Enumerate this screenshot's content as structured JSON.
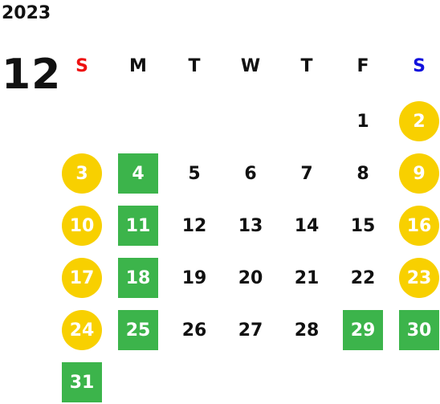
{
  "year": "2023",
  "month": "12",
  "weekdays": [
    "S",
    "M",
    "T",
    "W",
    "T",
    "F",
    "S"
  ],
  "colors": {
    "holiday_circle": "#f8d000",
    "closed_square": "#3cb44b",
    "sunday_header": "#ee1111",
    "saturday_header": "#1111dd"
  },
  "days": [
    {
      "label": "1",
      "style": "plain"
    },
    {
      "label": "2",
      "style": "circle"
    },
    {
      "label": "3",
      "style": "circle"
    },
    {
      "label": "4",
      "style": "square"
    },
    {
      "label": "5",
      "style": "plain"
    },
    {
      "label": "6",
      "style": "plain"
    },
    {
      "label": "7",
      "style": "plain"
    },
    {
      "label": "8",
      "style": "plain"
    },
    {
      "label": "9",
      "style": "circle"
    },
    {
      "label": "10",
      "style": "circle"
    },
    {
      "label": "11",
      "style": "square"
    },
    {
      "label": "12",
      "style": "plain"
    },
    {
      "label": "13",
      "style": "plain"
    },
    {
      "label": "14",
      "style": "plain"
    },
    {
      "label": "15",
      "style": "plain"
    },
    {
      "label": "16",
      "style": "circle"
    },
    {
      "label": "17",
      "style": "circle"
    },
    {
      "label": "18",
      "style": "square"
    },
    {
      "label": "19",
      "style": "plain"
    },
    {
      "label": "20",
      "style": "plain"
    },
    {
      "label": "21",
      "style": "plain"
    },
    {
      "label": "22",
      "style": "plain"
    },
    {
      "label": "23",
      "style": "circle"
    },
    {
      "label": "24",
      "style": "circle"
    },
    {
      "label": "25",
      "style": "square"
    },
    {
      "label": "26",
      "style": "plain"
    },
    {
      "label": "27",
      "style": "plain"
    },
    {
      "label": "28",
      "style": "plain"
    },
    {
      "label": "29",
      "style": "square"
    },
    {
      "label": "30",
      "style": "square"
    },
    {
      "label": "31",
      "style": "square"
    }
  ]
}
